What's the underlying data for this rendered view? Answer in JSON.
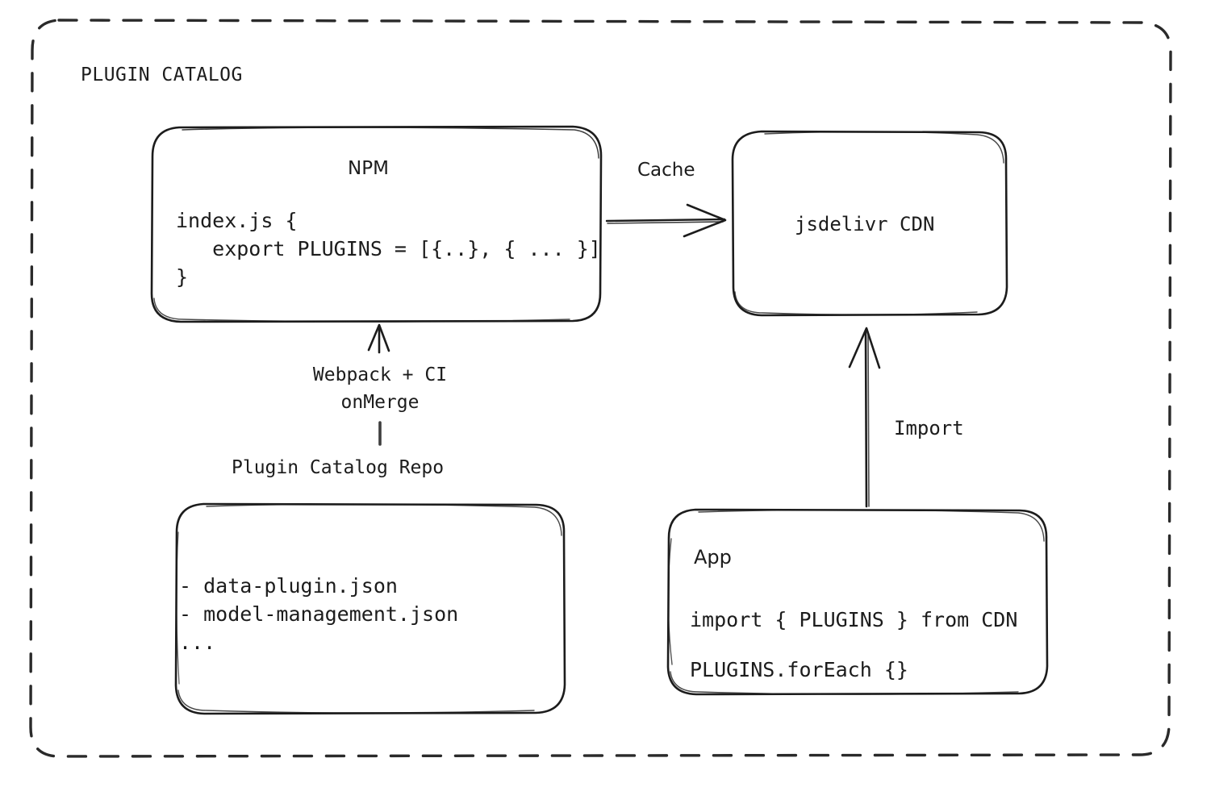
{
  "diagram": {
    "type": "architecture-flow",
    "title": "PLUGIN CATALOG",
    "background_color": "#ffffff",
    "stroke_color": "#1c1c1c",
    "style": "hand-drawn sketch, dashed outer group boundary"
  },
  "group": {
    "label": "PLUGIN CATALOG",
    "border_style": "dashed"
  },
  "nodes": {
    "npm": {
      "title": "NPM",
      "code_lines": [
        "index.js {",
        "   export PLUGINS = [{..}, { ... }]",
        "}"
      ],
      "code_text": "index.js {\n   export PLUGINS = [{..}, { ... }]\n}"
    },
    "cdn": {
      "title": "jsdelivr CDN"
    },
    "repo": {
      "caption": "Plugin Catalog Repo",
      "items": [
        "- data-plugin.json",
        "- model-management.json",
        "..."
      ],
      "items_text": "- data-plugin.json\n- model-management.json\n..."
    },
    "app": {
      "title": "App",
      "code_lines": [
        "import { PLUGINS } from CDN",
        "PLUGINS.forEach {}"
      ],
      "code_text": "import { PLUGINS } from CDN\nPLUGINS.forEach {}"
    }
  },
  "edges": {
    "npm_to_cdn": {
      "label": "Cache",
      "from": "npm",
      "to": "cdn",
      "direction": "right"
    },
    "repo_to_npm": {
      "label": "Webpack + CI\nonMerge",
      "label_line_1": "Webpack + CI",
      "label_line_2": "onMerge",
      "from": "repo",
      "to": "npm",
      "direction": "up"
    },
    "app_to_cdn": {
      "label": "Import",
      "from": "app",
      "to": "cdn",
      "direction": "up"
    }
  }
}
